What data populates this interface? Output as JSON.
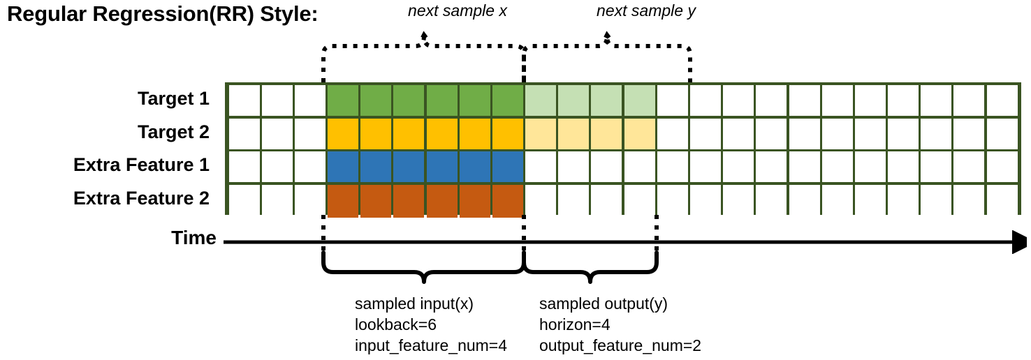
{
  "title": "Regular Regression(RR) Style:",
  "rows": [
    {
      "label": "Target 1",
      "name": "target-1"
    },
    {
      "label": "Target 2",
      "name": "target-2"
    },
    {
      "label": "Extra Feature 1",
      "name": "extra-feature-1"
    },
    {
      "label": "Extra Feature 2",
      "name": "extra-feature-2"
    }
  ],
  "grid": {
    "columns": 24,
    "lead_white": 3,
    "input_span": 6,
    "output_span": 4,
    "trail_white": 11,
    "border_color": "#3A5422",
    "cells": [
      [
        "white",
        "white",
        "white",
        "green",
        "green",
        "green",
        "green",
        "green",
        "green",
        "lightgreen",
        "lightgreen",
        "lightgreen",
        "lightgreen",
        "white",
        "white",
        "white",
        "white",
        "white",
        "white",
        "white",
        "white",
        "white",
        "white",
        "white"
      ],
      [
        "white",
        "white",
        "white",
        "yellow",
        "yellow",
        "yellow",
        "yellow",
        "yellow",
        "yellow",
        "lightyellow",
        "lightyellow",
        "lightyellow",
        "lightyellow",
        "white",
        "white",
        "white",
        "white",
        "white",
        "white",
        "white",
        "white",
        "white",
        "white",
        "white"
      ],
      [
        "white",
        "white",
        "white",
        "blue",
        "blue",
        "blue",
        "blue",
        "blue",
        "blue",
        "white",
        "white",
        "white",
        "white",
        "white",
        "white",
        "white",
        "white",
        "white",
        "white",
        "white",
        "white",
        "white",
        "white",
        "white"
      ],
      [
        "white",
        "white",
        "white",
        "orange",
        "orange",
        "orange",
        "orange",
        "orange",
        "orange",
        "white",
        "white",
        "white",
        "white",
        "white",
        "white",
        "white",
        "white",
        "white",
        "white",
        "white",
        "white",
        "white",
        "white",
        "white"
      ]
    ]
  },
  "palette": {
    "green": "#70AD47",
    "lightgreen": "#C5E0B4",
    "yellow": "#FFC000",
    "lightyellow": "#FFE699",
    "blue": "#2E75B6",
    "orange": "#C55A11",
    "white": "#FFFFFF",
    "border": "#3A5422",
    "ink": "#000000"
  },
  "time_axis": {
    "label": "Time"
  },
  "top_braces": [
    {
      "name": "next-sample-x",
      "caption": "next sample x"
    },
    {
      "name": "next-sample-y",
      "caption": "next sample y"
    }
  ],
  "bottom_braces": [
    {
      "name": "sampled-input",
      "line1": "sampled input(x)",
      "line2": "lookback=6",
      "line3": "input_feature_num=4"
    },
    {
      "name": "sampled-output",
      "line1": "sampled output(y)",
      "line2": "horizon=4",
      "line3": "output_feature_num=2"
    }
  ]
}
